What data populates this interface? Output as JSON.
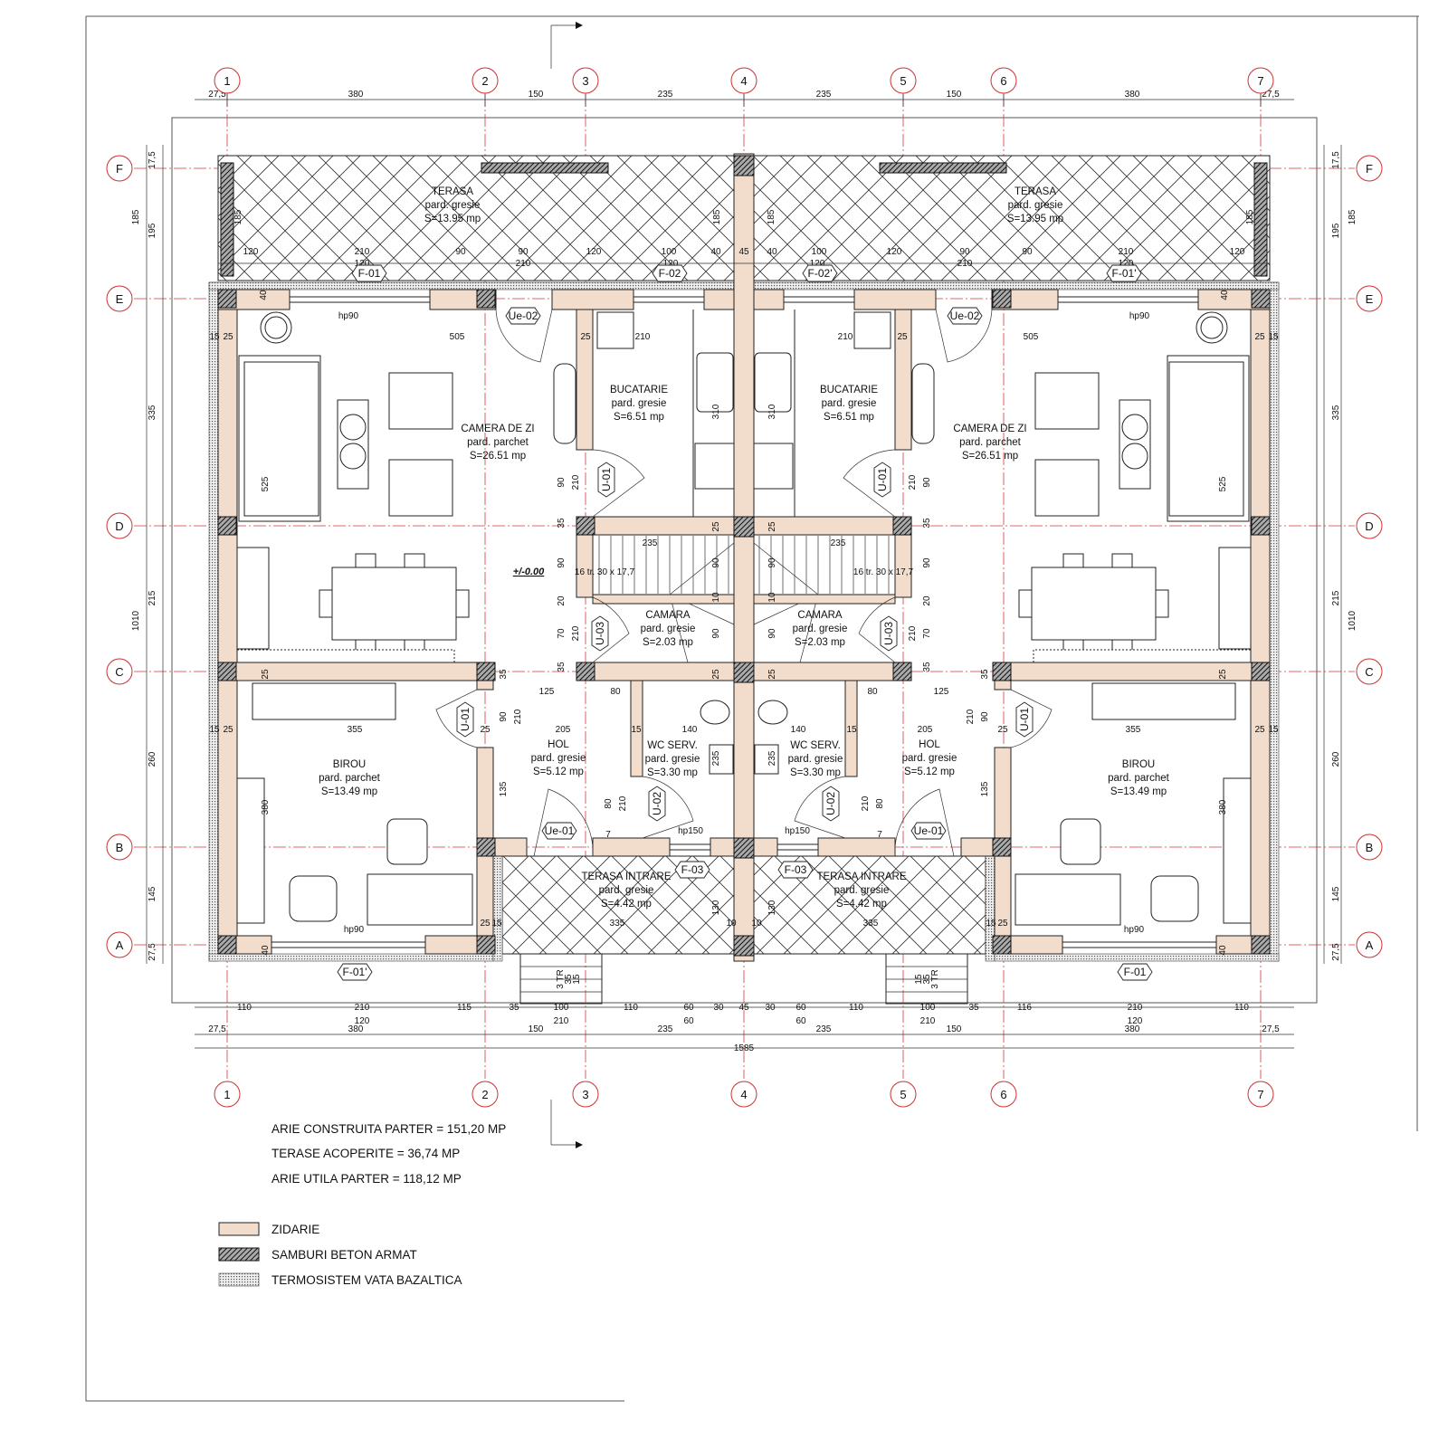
{
  "axes": {
    "columns": [
      "1",
      "2",
      "3",
      "4",
      "5",
      "6",
      "7"
    ],
    "rows": [
      "F",
      "E",
      "D",
      "C",
      "B",
      "A"
    ]
  },
  "rooms": {
    "terasa": {
      "name": "TERASA",
      "floor": "pard. gresie",
      "area": "S=13.95 mp"
    },
    "camera_de_zi": {
      "name": "CAMERA DE ZI",
      "floor": "pard. parchet",
      "area": "S=26.51 mp"
    },
    "bucatarie": {
      "name": "BUCATARIE",
      "floor": "pard. gresie",
      "area": "S=6.51 mp"
    },
    "camara": {
      "name": "CAMARA",
      "floor": "pard. gresie",
      "area": "S=2.03 mp"
    },
    "birou": {
      "name": "BIROU",
      "floor": "pard. parchet",
      "area": "S=13.49 mp"
    },
    "hol": {
      "name": "HOL",
      "floor": "pard. gresie",
      "area": "S=5.12 mp"
    },
    "wc_serv": {
      "name": "WC SERV.",
      "floor": "pard. gresie",
      "area": "S=3.30 mp"
    },
    "terasa_intrare": {
      "name": "TERASA INTRARE",
      "floor": "pard. gresie",
      "area": "S=4.42 mp"
    }
  },
  "dimensions": {
    "axis_spacing": [
      "27,5",
      "380",
      "150",
      "235",
      "235",
      "150",
      "380",
      "27,5"
    ],
    "total_width": "1585",
    "left_side": [
      "17,5",
      "185",
      "195",
      "335",
      "215",
      "1010",
      "260",
      "145",
      "27,5"
    ],
    "terrace_row": [
      "120",
      "210",
      "90",
      "90",
      "120",
      "100",
      "40",
      "185",
      "185",
      "45"
    ],
    "terrace_subrow": [
      "120",
      "210",
      "120"
    ],
    "bottom_row": [
      "110",
      "210",
      "115",
      "35",
      "100",
      "110",
      "60",
      "30",
      "45",
      "30",
      "60",
      "110",
      "100",
      "35",
      "116",
      "210",
      "110"
    ],
    "bottom_subrow": [
      "120",
      "210",
      "60",
      "60",
      "210",
      "120"
    ],
    "interior": [
      "40",
      "hp90",
      "15",
      "25",
      "505",
      "25",
      "210",
      "310",
      "525",
      "90",
      "210",
      "35",
      "235",
      "90",
      "16 tr. 30 x 17,7",
      "90",
      "20",
      "10",
      "70",
      "210",
      "90",
      "35",
      "25",
      "25",
      "25",
      "35",
      "125",
      "80",
      "90",
      "210",
      "15",
      "25",
      "355",
      "25",
      "205",
      "15",
      "140",
      "235",
      "380",
      "135",
      "80",
      "210",
      "7",
      "hp150",
      "25",
      "15",
      "335",
      "130",
      "10",
      "hp90",
      "40"
    ],
    "level": "+/-0.00",
    "entry_steps": [
      "3 TR",
      "35",
      "15"
    ]
  },
  "tags": {
    "F-01": "F-01",
    "F-02": "F-02",
    "F-02p": "F-02'",
    "F-01p": "F-01'",
    "Ue-02": "Ue-02",
    "U-01": "U-01",
    "U-03": "U-03",
    "U-02": "U-02",
    "Ue-01": "Ue-01",
    "F-03": "F-03"
  },
  "summary": [
    "ARIE CONSTRUITA PARTER = 151,20 MP",
    "TERASE ACOPERITE = 36,74 MP",
    "ARIE UTILA PARTER = 118,12 MP"
  ],
  "legend": [
    {
      "label": "ZIDARIE",
      "color": "#f2dccb"
    },
    {
      "label": "SAMBURI BETON ARMAT",
      "color": "#555555"
    },
    {
      "label": "TERMOSISTEM VATA BAZALTICA",
      "color": "#bbbbbb"
    }
  ]
}
